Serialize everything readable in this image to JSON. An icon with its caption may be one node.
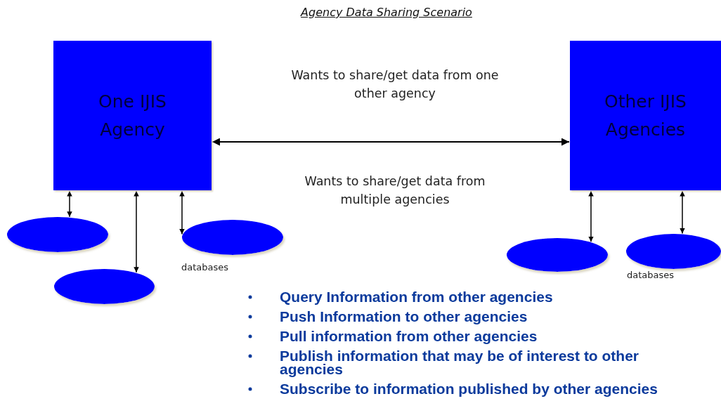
{
  "diagram": {
    "title": "Agency Data Sharing Scenario",
    "nodes": [
      {
        "text": [
          "One IJIS Agency"
        ]
      },
      {
        "text": [
          "Other IJIS Agencies"
        ]
      },
      {
        "text": [],
        "shape": "circle"
      },
      {
        "text": [],
        "shape": "circle"
      },
      {
        "text": [],
        "shape": "circle",
        "beside": [
          "databases"
        ]
      },
      {
        "text": [],
        "shape": "circle"
      },
      {
        "text": [],
        "shape": "circle",
        "beside": [
          "databases"
        ]
      }
    ],
    "edges": [
      {
        "from": 0,
        "to": 1,
        "arrow": "both"
      },
      {
        "from": 0,
        "to": 2,
        "arrow": "both"
      },
      {
        "from": 0,
        "to": 3,
        "arrow": "both"
      },
      {
        "from": 0,
        "to": 4,
        "arrow": "both"
      },
      {
        "from": 1,
        "to": 5,
        "arrow": "both"
      },
      {
        "from": 1,
        "to": 6,
        "arrow": "both"
      }
    ],
    "labels": [
      "Wants to share/get data from one other agency",
      "Wants to share/get data from multiple agencies",
      "Query Information from other agencies",
      "Push Information to other agencies",
      "Pull information from other agencies",
      "Publish information that may be of interest to other agencies",
      "Subscribe to information published by other agencies"
    ]
  }
}
